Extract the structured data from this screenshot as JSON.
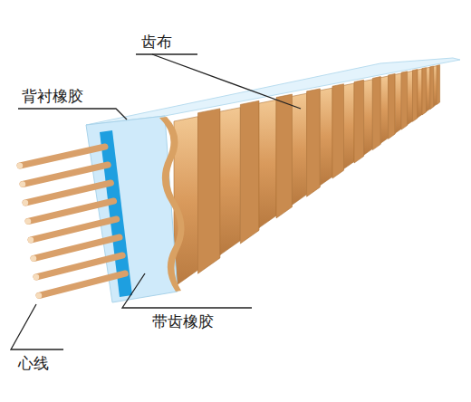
{
  "diagram": {
    "labels": [
      "齿布",
      "背衬橡胶",
      "带齿橡胶",
      "心线"
    ]
  }
}
